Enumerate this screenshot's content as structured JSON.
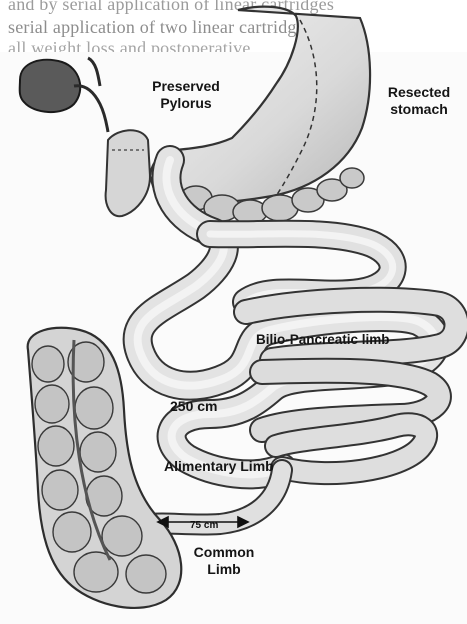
{
  "caption": {
    "line1": "and by serial application of linear cartridges",
    "line2": "serial application of two linear cartridges pa",
    "line3": "all weight loss and postoperative"
  },
  "labels": {
    "preserved_pylorus": [
      "Preserved",
      "Pylorus"
    ],
    "resected_stomach": [
      "Resected",
      "stomach"
    ],
    "biliopancreatic_limb": "Bilio-Pancreatic limb",
    "distance_250": "250 cm",
    "alimentary_limb": "Alimentary Limb",
    "distance_75": "75 cm",
    "common_limb": [
      "Common",
      "Limb"
    ]
  },
  "colors": {
    "background": "#ffffff",
    "organ_fill": "#e6e6e6",
    "organ_outline": "#3a3a3a",
    "label_text": "#151515"
  }
}
